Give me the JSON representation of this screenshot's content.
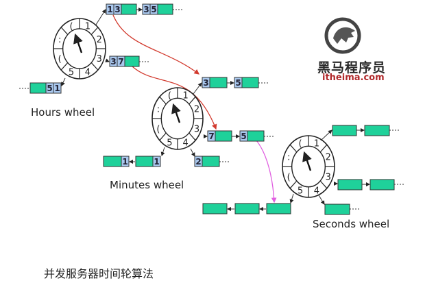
{
  "labels": {
    "hours": "Hours wheel",
    "minutes": "Minutes wheel",
    "seconds": "Seconds wheel",
    "caption": "并发服务器时间轮算法"
  },
  "logo": {
    "cn": "黑马程序员",
    "en": "itheima.com"
  },
  "wheel_slots": [
    "1",
    "2",
    "3",
    "4",
    "5",
    "(",
    ":",
    "("
  ],
  "nodes": {
    "hours": [
      [
        "1",
        "3"
      ],
      [
        "3",
        "5"
      ],
      [
        "3",
        "7"
      ],
      [
        "5",
        "1"
      ]
    ],
    "minutes": [
      [
        "3"
      ],
      [
        "5"
      ],
      [
        "7"
      ],
      [
        "5"
      ],
      [
        "1"
      ],
      [
        "1"
      ],
      [
        "2"
      ]
    ],
    "seconds": [
      [],
      [],
      [],
      [],
      [],
      [],
      [],
      []
    ]
  },
  "colors": {
    "node_fill": "#1fd19a",
    "digit_fill": "#a9c8ee",
    "red_arrow": "#d23a2e",
    "pink_arrow": "#e060e0"
  }
}
